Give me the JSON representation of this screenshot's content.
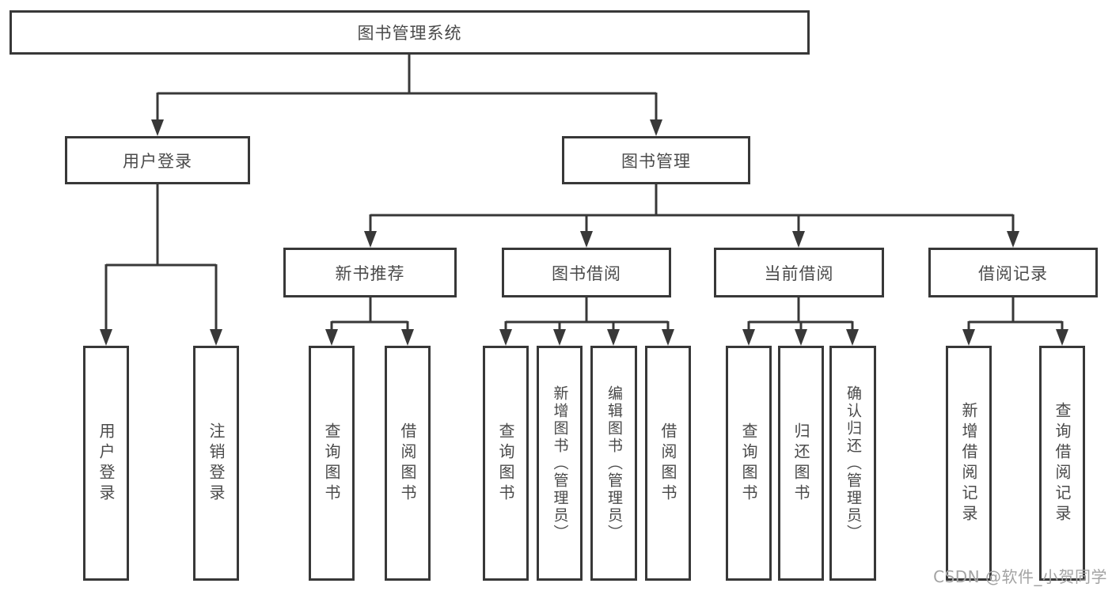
{
  "colors": {
    "line": "#383838",
    "box_border": "#383838",
    "box_fill": "#ffffff",
    "text": "#4a4a4a",
    "watermark": "#a3a3a3",
    "background": "#ffffff"
  },
  "tree": {
    "root": {
      "label": "图书管理系统"
    },
    "children": [
      {
        "label": "用户登录",
        "children": [
          {
            "label": "用户登录"
          },
          {
            "label": "注销登录"
          }
        ]
      },
      {
        "label": "图书管理",
        "children": [
          {
            "label": "新书推荐",
            "children": [
              {
                "label": "查询图书"
              },
              {
                "label": "借阅图书"
              }
            ]
          },
          {
            "label": "图书借阅",
            "children": [
              {
                "label": "查询图书"
              },
              {
                "label": "新增图书（管理员）"
              },
              {
                "label": "编辑图书（管理员）"
              },
              {
                "label": "借阅图书"
              }
            ]
          },
          {
            "label": "当前借阅",
            "children": [
              {
                "label": "查询图书"
              },
              {
                "label": "归还图书"
              },
              {
                "label": "确认归还（管理员）"
              }
            ]
          },
          {
            "label": "借阅记录",
            "children": [
              {
                "label": "新增借阅记录"
              },
              {
                "label": "查询借阅记录"
              }
            ]
          }
        ]
      }
    ]
  },
  "watermark": {
    "text": "CSDN @软件_小贺同学"
  }
}
